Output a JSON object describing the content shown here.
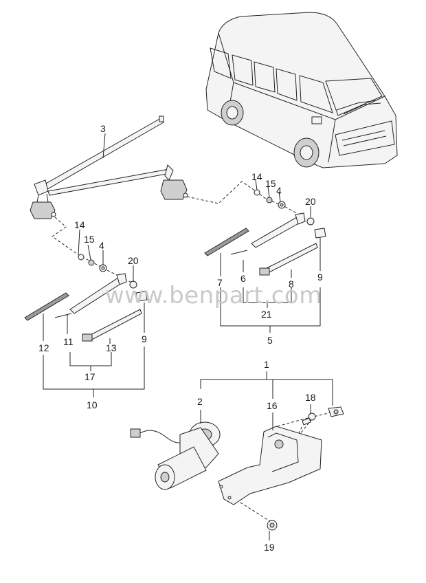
{
  "watermark": "www.benpart.com",
  "callouts": {
    "c1": "1",
    "c2": "2",
    "c3": "3",
    "c4a": "4",
    "c4b": "4",
    "c5": "5",
    "c6": "6",
    "c7": "7",
    "c8": "8",
    "c9a": "9",
    "c9b": "9",
    "c10": "10",
    "c11": "11",
    "c12": "12",
    "c13": "13",
    "c14a": "14",
    "c14b": "14",
    "c15a": "15",
    "c15b": "15",
    "c16": "16",
    "c17": "17",
    "c18": "18",
    "c19": "19",
    "c20a": "20",
    "c20b": "20",
    "c21": "21"
  }
}
